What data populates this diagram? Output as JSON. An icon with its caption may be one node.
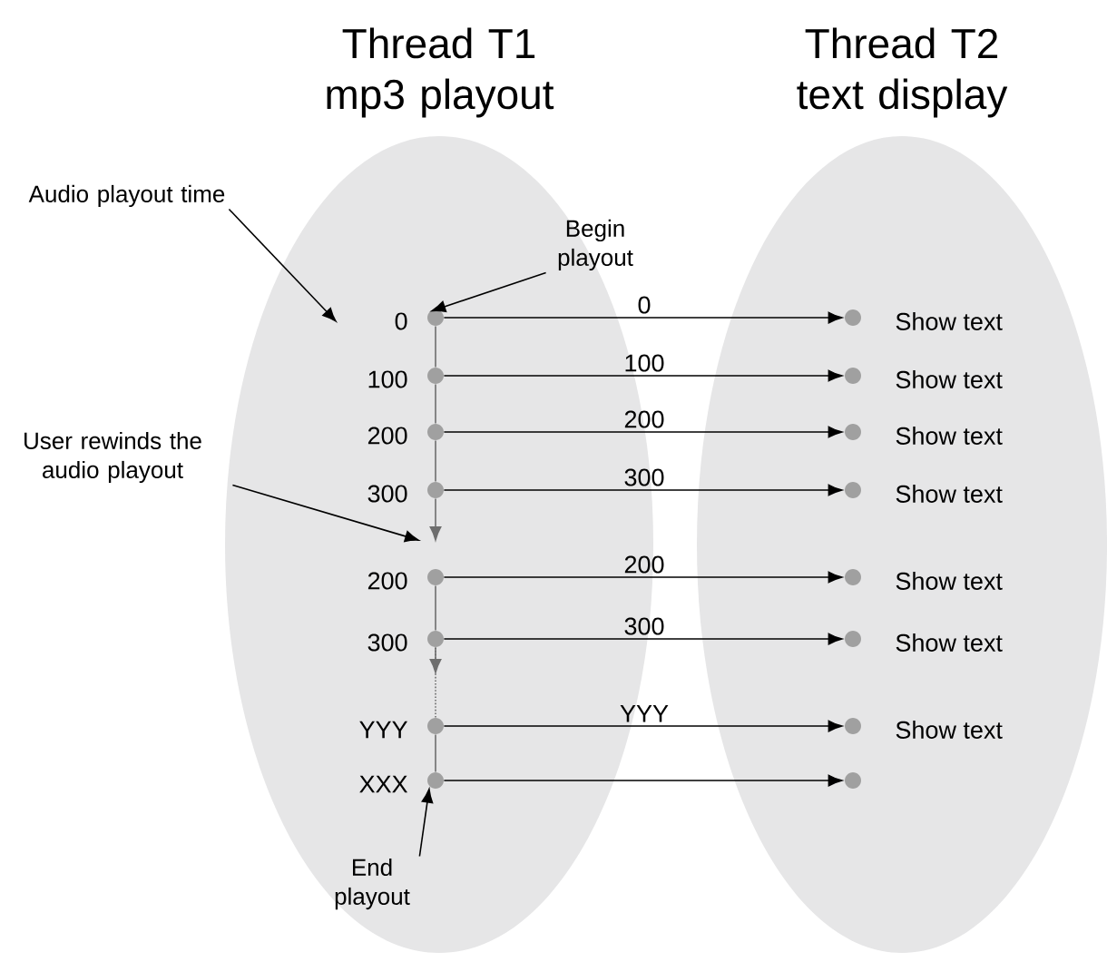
{
  "diagram": {
    "nodes": [
      {
        "text": [
          "Thread T1 mp3 playout"
        ]
      },
      {
        "text": [
          "Thread T2 text display"
        ]
      },
      {
        "text": [
          "Audio playout time"
        ]
      },
      {
        "text": [
          "Begin playout"
        ],
        "in": 0
      },
      {
        "text": [
          "User rewinds the audio playout"
        ]
      },
      {
        "text": [
          "End playout"
        ],
        "in": 0
      },
      {
        "text": [],
        "shape": "circle",
        "in": 0,
        "beside": [
          "0"
        ]
      },
      {
        "text": [],
        "shape": "circle",
        "in": 0,
        "beside": [
          "100"
        ]
      },
      {
        "text": [],
        "shape": "circle",
        "in": 0,
        "beside": [
          "200"
        ]
      },
      {
        "text": [],
        "shape": "circle",
        "in": 0,
        "beside": [
          "300"
        ]
      },
      {
        "text": [],
        "shape": "circle",
        "in": 0,
        "beside": [
          "200"
        ]
      },
      {
        "text": [],
        "shape": "circle",
        "in": 0,
        "beside": [
          "300"
        ]
      },
      {
        "text": [],
        "shape": "circle",
        "in": 0,
        "beside": [
          "YYY"
        ]
      },
      {
        "text": [],
        "shape": "circle",
        "in": 0,
        "beside": [
          "XXX"
        ]
      },
      {
        "text": [],
        "shape": "circle",
        "in": 1,
        "beside": [
          "Show text"
        ]
      },
      {
        "text": [],
        "shape": "circle",
        "in": 1,
        "beside": [
          "Show text"
        ]
      },
      {
        "text": [],
        "shape": "circle",
        "in": 1,
        "beside": [
          "Show text"
        ]
      },
      {
        "text": [],
        "shape": "circle",
        "in": 1,
        "beside": [
          "Show text"
        ]
      },
      {
        "text": [],
        "shape": "circle",
        "in": 1,
        "beside": [
          "Show text"
        ]
      },
      {
        "text": [],
        "shape": "circle",
        "in": 1,
        "beside": [
          "Show text"
        ]
      },
      {
        "text": [],
        "shape": "circle",
        "in": 1,
        "beside": [
          "Show text"
        ]
      },
      {
        "text": [],
        "shape": "circle",
        "in": 1
      }
    ],
    "edges": [
      {
        "from": 6,
        "to": 14,
        "arrow": "to",
        "label": "0"
      },
      {
        "from": 7,
        "to": 15,
        "arrow": "to",
        "label": "100"
      },
      {
        "from": 8,
        "to": 16,
        "arrow": "to",
        "label": "200"
      },
      {
        "from": 9,
        "to": 17,
        "arrow": "to",
        "label": "300"
      },
      {
        "from": 10,
        "to": 18,
        "arrow": "to",
        "label": "200"
      },
      {
        "from": 11,
        "to": 19,
        "arrow": "to",
        "label": "300"
      },
      {
        "from": 12,
        "to": 20,
        "arrow": "to",
        "label": "YYY"
      },
      {
        "from": 13,
        "to": 21,
        "arrow": "to"
      },
      {
        "from": 6,
        "to": 7,
        "arrow": "none",
        "color": "#6e6e6e"
      },
      {
        "from": 7,
        "to": 8,
        "arrow": "none",
        "color": "#6e6e6e"
      },
      {
        "from": 8,
        "to": 9,
        "arrow": "none",
        "color": "#6e6e6e"
      },
      {
        "from": 9,
        "to": null,
        "arrow": "to",
        "color": "#6e6e6e"
      },
      {
        "from": 10,
        "to": 11,
        "arrow": "none",
        "color": "#6e6e6e"
      },
      {
        "from": 11,
        "to": null,
        "arrow": "to",
        "color": "#6e6e6e"
      },
      {
        "from": 11,
        "to": 12,
        "arrow": "none",
        "style": "dashed",
        "color": "#6e6e6e"
      },
      {
        "from": 12,
        "to": 13,
        "arrow": "none",
        "color": "#6e6e6e"
      },
      {
        "from": 2,
        "to": null,
        "arrow": "to"
      },
      {
        "from": 3,
        "to": 6,
        "arrow": "to"
      },
      {
        "from": 4,
        "to": null,
        "arrow": "to"
      },
      {
        "from": 5,
        "to": 13,
        "arrow": "to"
      }
    ]
  }
}
